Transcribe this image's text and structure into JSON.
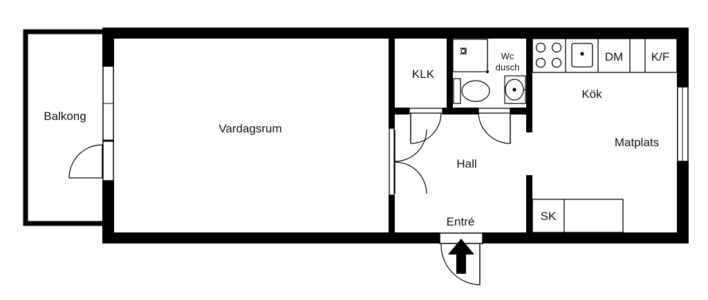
{
  "rooms": {
    "balkong": "Balkong",
    "vardagsrum": "Vardagsrum",
    "klk": "KLK",
    "wc_line1": "Wc",
    "wc_line2": "dusch",
    "kok": "Kök",
    "matplats": "Matplats",
    "hall": "Hall",
    "entre": "Entré"
  },
  "fixtures": {
    "dm": "DM",
    "kf": "K/F",
    "sk": "SK"
  },
  "icons": [
    "entrance-arrow-icon",
    "stove-icon",
    "sink-icon",
    "toilet-icon",
    "washbasin-icon",
    "shower-icon"
  ],
  "colors": {
    "wall": "#000000",
    "background": "#ffffff",
    "text": "#111111"
  }
}
